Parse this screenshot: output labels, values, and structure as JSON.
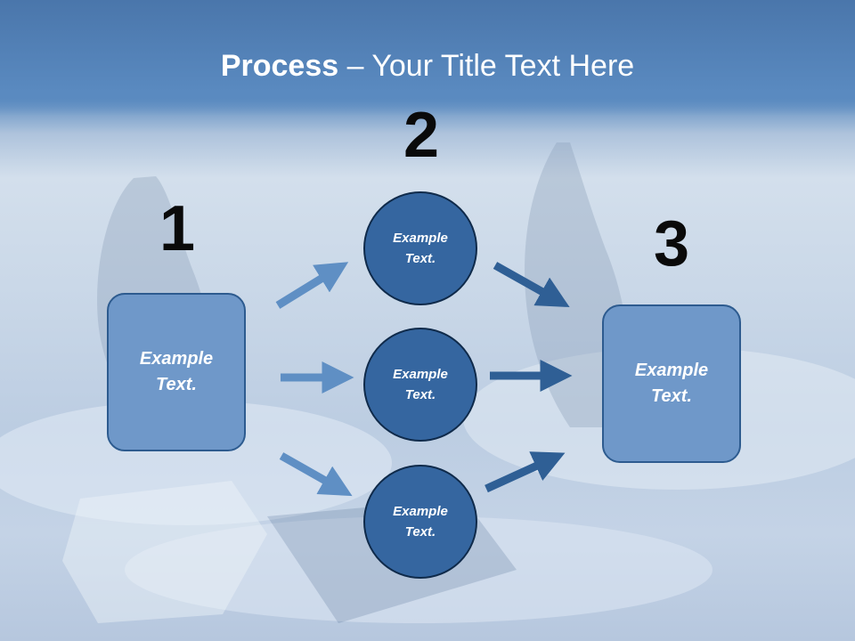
{
  "title": {
    "bold_part": "Process",
    "rest": " – Your Title Text Here"
  },
  "steps": {
    "one": {
      "number": "1",
      "label": "Example\nText."
    },
    "two": {
      "number": "2",
      "items": [
        {
          "label": "Example\nText."
        },
        {
          "label": "Example\nText."
        },
        {
          "label": "Example\nText."
        }
      ]
    },
    "three": {
      "number": "3",
      "label": "Example\nText."
    }
  },
  "colors": {
    "box_fill": "#6f98c9",
    "circle_fill": "#3566a0",
    "arrow_light": "#5f8fc4",
    "arrow_dark": "#2f5f95",
    "title_text": "#ffffff",
    "number_text": "#0a0a0a"
  }
}
